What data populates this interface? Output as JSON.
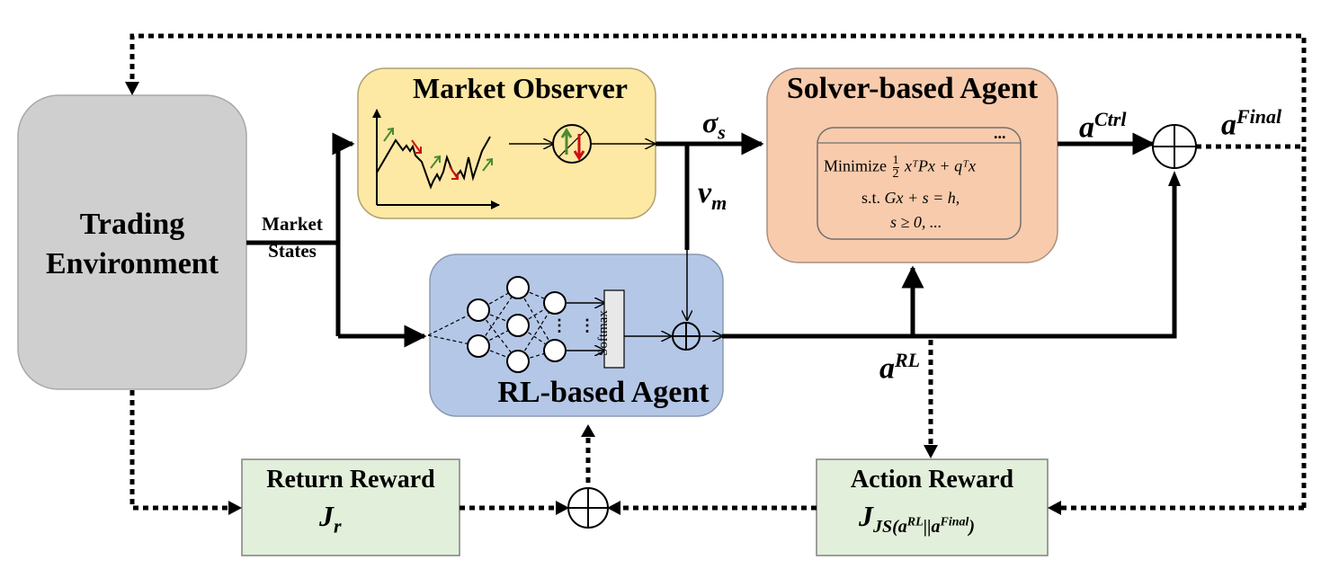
{
  "colors": {
    "env_fill": "#d0cfd0",
    "observer_fill": "#fde8a4",
    "solver_fill": "#f8cbac",
    "rl_fill": "#b4c7e7",
    "reward_fill": "#e2efda",
    "up_arrow": "#4a8a2e",
    "down_arrow": "#cc1111"
  },
  "nodes": {
    "trading_env": {
      "line1": "Trading",
      "line2": "Environment"
    },
    "market_observer": {
      "title": "Market Observer"
    },
    "solver_agent": {
      "title": "Solver-based Agent",
      "panel_dots": "...",
      "objective_prefix": "Minimize",
      "objective_frac_num": "1",
      "objective_frac_den": "2",
      "objective_expr": "xᵀPx + qᵀx",
      "constraint_prefix": "s.t.",
      "constraint_expr": "Gx + s = h,",
      "constraint_expr2": "s ≥ 0, ..."
    },
    "rl_agent": {
      "title": "RL-based Agent",
      "softmax_label": "Softmax",
      "ellipsis": "⋮"
    },
    "return_reward": {
      "title": "Return Reward",
      "symbol": "J",
      "subscript": "r"
    },
    "action_reward": {
      "title": "Action Reward",
      "symbol": "J",
      "subscript": "JS(a",
      "sup1": "RL",
      "mid": "||a",
      "sup2": "Final",
      "close": ")"
    }
  },
  "edge_labels": {
    "market_states_1": "Market",
    "market_states_2": "States",
    "sigma": "σ",
    "sigma_sub": "s",
    "v": "v",
    "v_sub": "m",
    "a_ctrl": "a",
    "a_ctrl_sup": "Ctrl",
    "a_final": "a",
    "a_final_sup": "Final",
    "a_rl": "a",
    "a_rl_sup": "RL"
  }
}
